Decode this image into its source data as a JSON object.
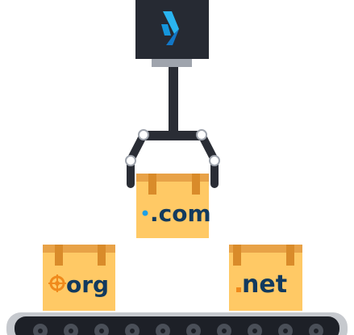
{
  "boxes": {
    "com": {
      "label": ".com"
    },
    "org": {
      "label": "org"
    },
    "net": {
      "label": "net"
    }
  },
  "colors": {
    "box": "#ffc965",
    "box_dark": "#d98b2a",
    "box_tape": "#e8a247",
    "label_text": "#123a5e",
    "accent_blue": "#1ea0e6",
    "accent_orange": "#f08a1c",
    "machine_dark": "#262a33",
    "machine_gray": "#9fa4ad",
    "conveyor": "#1d2027",
    "roller": "#4a4f58",
    "track_outline": "#c6c9ce"
  },
  "icons": {
    "machine_logo": "blue-chevron-logo-icon",
    "org_logo": "orange-globe-icon"
  }
}
